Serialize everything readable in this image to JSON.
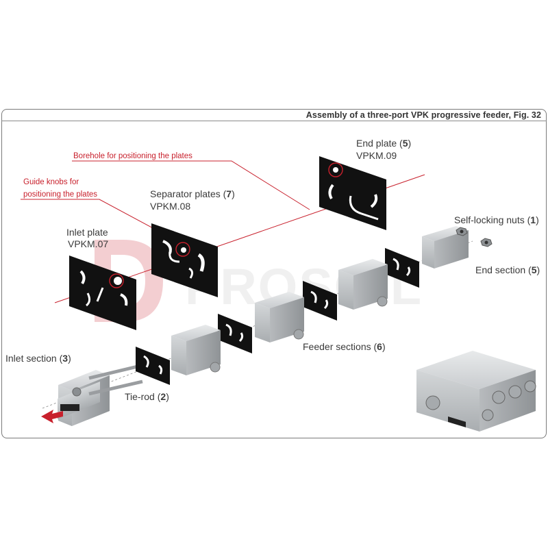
{
  "figure_title": "Assembly of a three-port VPK progressive feeder, Fig. 32",
  "watermark": "PROSOIL",
  "colors": {
    "accent": "#c8202c",
    "metal": "#c9ccce",
    "plate": "#111111",
    "frame": "#7a7a7a"
  },
  "callouts": {
    "borehole": "Borehole for positioning the plates",
    "guide_knobs_line1": "Guide knobs for",
    "guide_knobs_line2": "positioning the plates"
  },
  "labels": {
    "inlet_plate": {
      "name": "Inlet plate",
      "code": "VPKM.07"
    },
    "separator_plates": {
      "name": "Separator plates (",
      "num": "7",
      "close": ")",
      "code": "VPKM.08"
    },
    "end_plate": {
      "name": "End plate (",
      "num": "5",
      "close": ")",
      "code": "VPKM.09"
    },
    "self_locking_nuts": {
      "name": "Self-locking nuts (",
      "num": "1",
      "close": ")"
    },
    "end_section": {
      "name": "End section (",
      "num": "5",
      "close": ")"
    },
    "feeder_sections": {
      "name": "Feeder sections (",
      "num": "6",
      "close": ")"
    },
    "inlet_section": {
      "name": "Inlet section (",
      "num": "3",
      "close": ")"
    },
    "tie_rod": {
      "name": "Tie-rod (",
      "num": "2",
      "close": ")"
    }
  }
}
